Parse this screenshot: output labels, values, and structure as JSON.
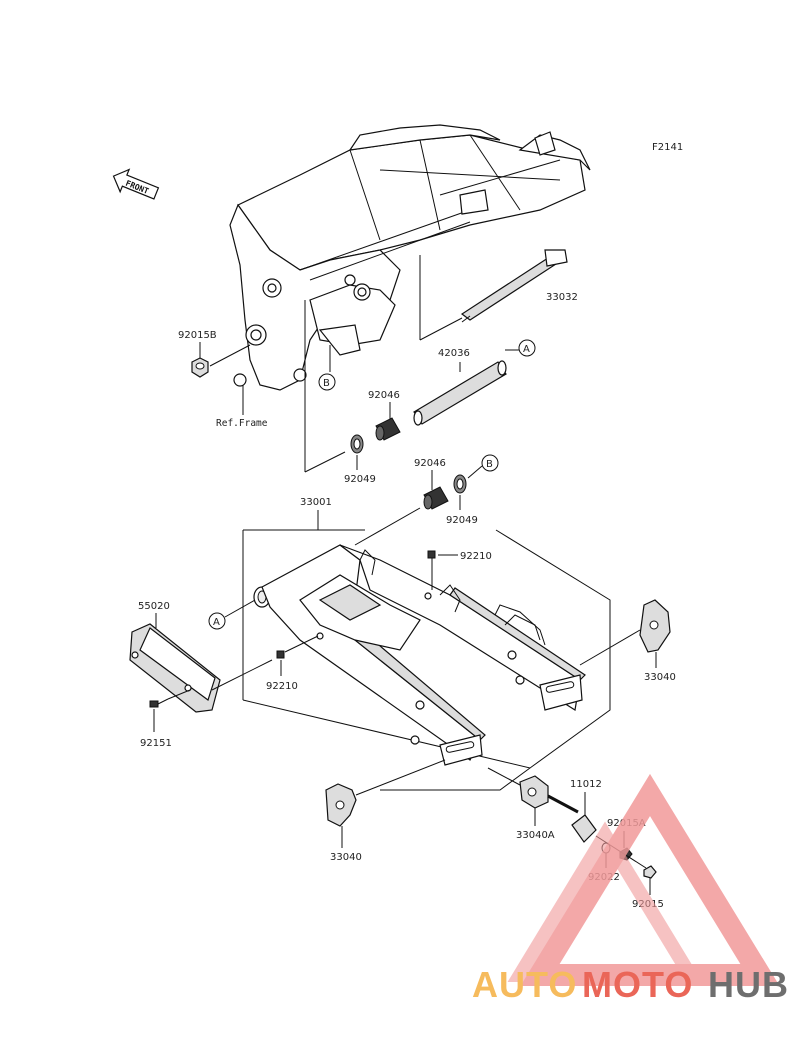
{
  "diagram_code": "F2141",
  "front_arrow_label": "FRONT",
  "ref_frame_label": "Ref.Frame",
  "callout_a": "A",
  "callout_b": "B",
  "parts": {
    "p33032": "33032",
    "p42036": "42036",
    "p92015B": "92015B",
    "p92046_upper": "92046",
    "p92046_lower": "92046",
    "p92049_upper": "92049",
    "p92049_lower": "92049",
    "p33001": "33001",
    "p92210_upper": "92210",
    "p92210_lower": "92210",
    "p55020": "55020",
    "p92151": "92151",
    "p33040_right": "33040",
    "p33040_left": "33040",
    "p33040A": "33040A",
    "p11012": "11012",
    "p92015A": "92015A",
    "p92022": "92022",
    "p92015": "92015"
  },
  "watermark": {
    "part1": "AUTO",
    "part2": "MOTO",
    "part3": "HUB",
    "color_orange": "#f5b041",
    "color_red": "#e74c3c",
    "color_gray": "#555555"
  }
}
